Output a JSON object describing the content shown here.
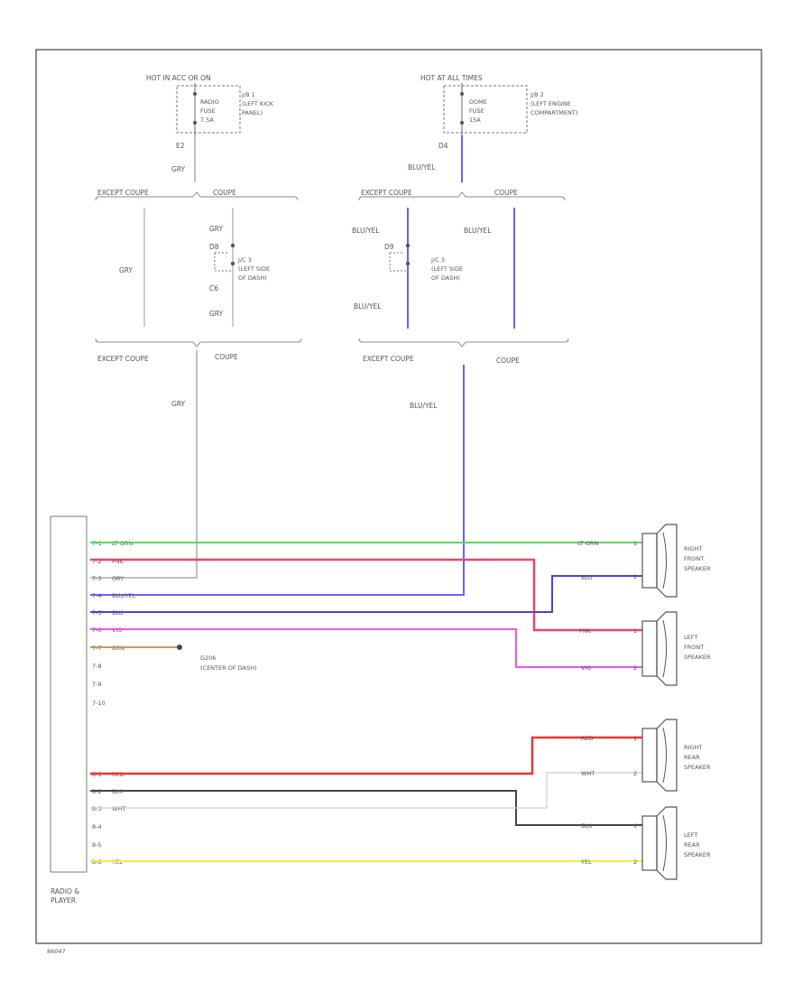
{
  "fuses": {
    "left": {
      "hot_label": "HOT IN ACC OR ON",
      "fuse_lines": [
        "RADIO",
        "FUSE",
        "7.5A"
      ],
      "box_lines": [
        "J/B 1",
        "(LEFT KICK",
        "PANEL)"
      ],
      "terminal": "E2",
      "wire": "GRY"
    },
    "right": {
      "hot_label": "HOT AT ALL TIMES",
      "fuse_lines": [
        "DOME",
        "FUSE",
        "15A"
      ],
      "box_lines": [
        "J/B 2",
        "(LEFT ENGINE",
        "COMPARTMENT)"
      ],
      "terminal": "D4",
      "wire": "BLU/YEL"
    }
  },
  "variants": {
    "except_coupe": "EXCEPT COUPE",
    "coupe": "COUPE"
  },
  "junctions": {
    "left": {
      "wire_main": "GRY",
      "wire_upper": "GRY",
      "terminal_a": "D8",
      "terminal_b": "C6",
      "wire_lower": "GRY",
      "box_lines": [
        "J/C 3",
        "(LEFT SIDE",
        "OF DASH)"
      ]
    },
    "right": {
      "wire_left": "BLU/YEL",
      "wire_right": "BLU/YEL",
      "wire_lower": "BLU/YEL",
      "terminal_a": "D9",
      "box_lines": [
        "J/C 3",
        "(LEFT SIDE",
        "OF DASH)"
      ]
    }
  },
  "down_wires": {
    "left": "GRY",
    "right": "BLU/YEL"
  },
  "radio": {
    "label_lines": [
      "RADIO &",
      "PLAYER"
    ],
    "pins": [
      {
        "pin": "7-1",
        "wire": "LT GRN"
      },
      {
        "pin": "7-2",
        "wire": "PNK"
      },
      {
        "pin": "7-3",
        "wire": "GRY"
      },
      {
        "pin": "7-4",
        "wire": "BLU/YEL"
      },
      {
        "pin": "7-5",
        "wire": "BLU"
      },
      {
        "pin": "7-6",
        "wire": "VIO"
      },
      {
        "pin": "7-7",
        "wire": "BRN"
      },
      {
        "pin": "7-8",
        "wire": ""
      },
      {
        "pin": "7-9",
        "wire": ""
      },
      {
        "pin": "7-10",
        "wire": ""
      },
      {
        "pin": "8-1",
        "wire": "RED"
      },
      {
        "pin": "8-2",
        "wire": "BLK"
      },
      {
        "pin": "8-3",
        "wire": "WHT"
      },
      {
        "pin": "8-4",
        "wire": ""
      },
      {
        "pin": "8-5",
        "wire": ""
      },
      {
        "pin": "8-6",
        "wire": "YEL"
      }
    ]
  },
  "ground": {
    "label_lines": [
      "G206",
      "(CENTER OF DASH)"
    ]
  },
  "speakers": [
    {
      "label_lines": [
        "RIGHT",
        "FRONT",
        "SPEAKER"
      ],
      "wire_a": "LT GRN",
      "wire_b": "BLU",
      "pin_a": "1",
      "pin_b": "2"
    },
    {
      "label_lines": [
        "LEFT",
        "FRONT",
        "SPEAKER"
      ],
      "wire_a": "PNK",
      "wire_b": "VIO",
      "pin_a": "1",
      "pin_b": "2"
    },
    {
      "label_lines": [
        "RIGHT",
        "REAR",
        "SPEAKER"
      ],
      "wire_a": "RED",
      "wire_b": "WHT",
      "pin_a": "1",
      "pin_b": "2"
    },
    {
      "label_lines": [
        "LEFT",
        "REAR",
        "SPEAKER"
      ],
      "wire_a": "BLK",
      "wire_b": "YEL",
      "pin_a": "1",
      "pin_b": "2"
    }
  ],
  "footer_code": "86047",
  "colors": {
    "lt_grn": "#55dd55",
    "pnk": "#ee4466",
    "gry": "#aaaaaa",
    "blu_yel": "#6666ee",
    "blu": "#4444dd",
    "vio": "#ee55ee",
    "brn": "#cc9955",
    "red": "#ee3333",
    "blk": "#444444",
    "wht": "#cccccc",
    "yel": "#eeee44"
  }
}
